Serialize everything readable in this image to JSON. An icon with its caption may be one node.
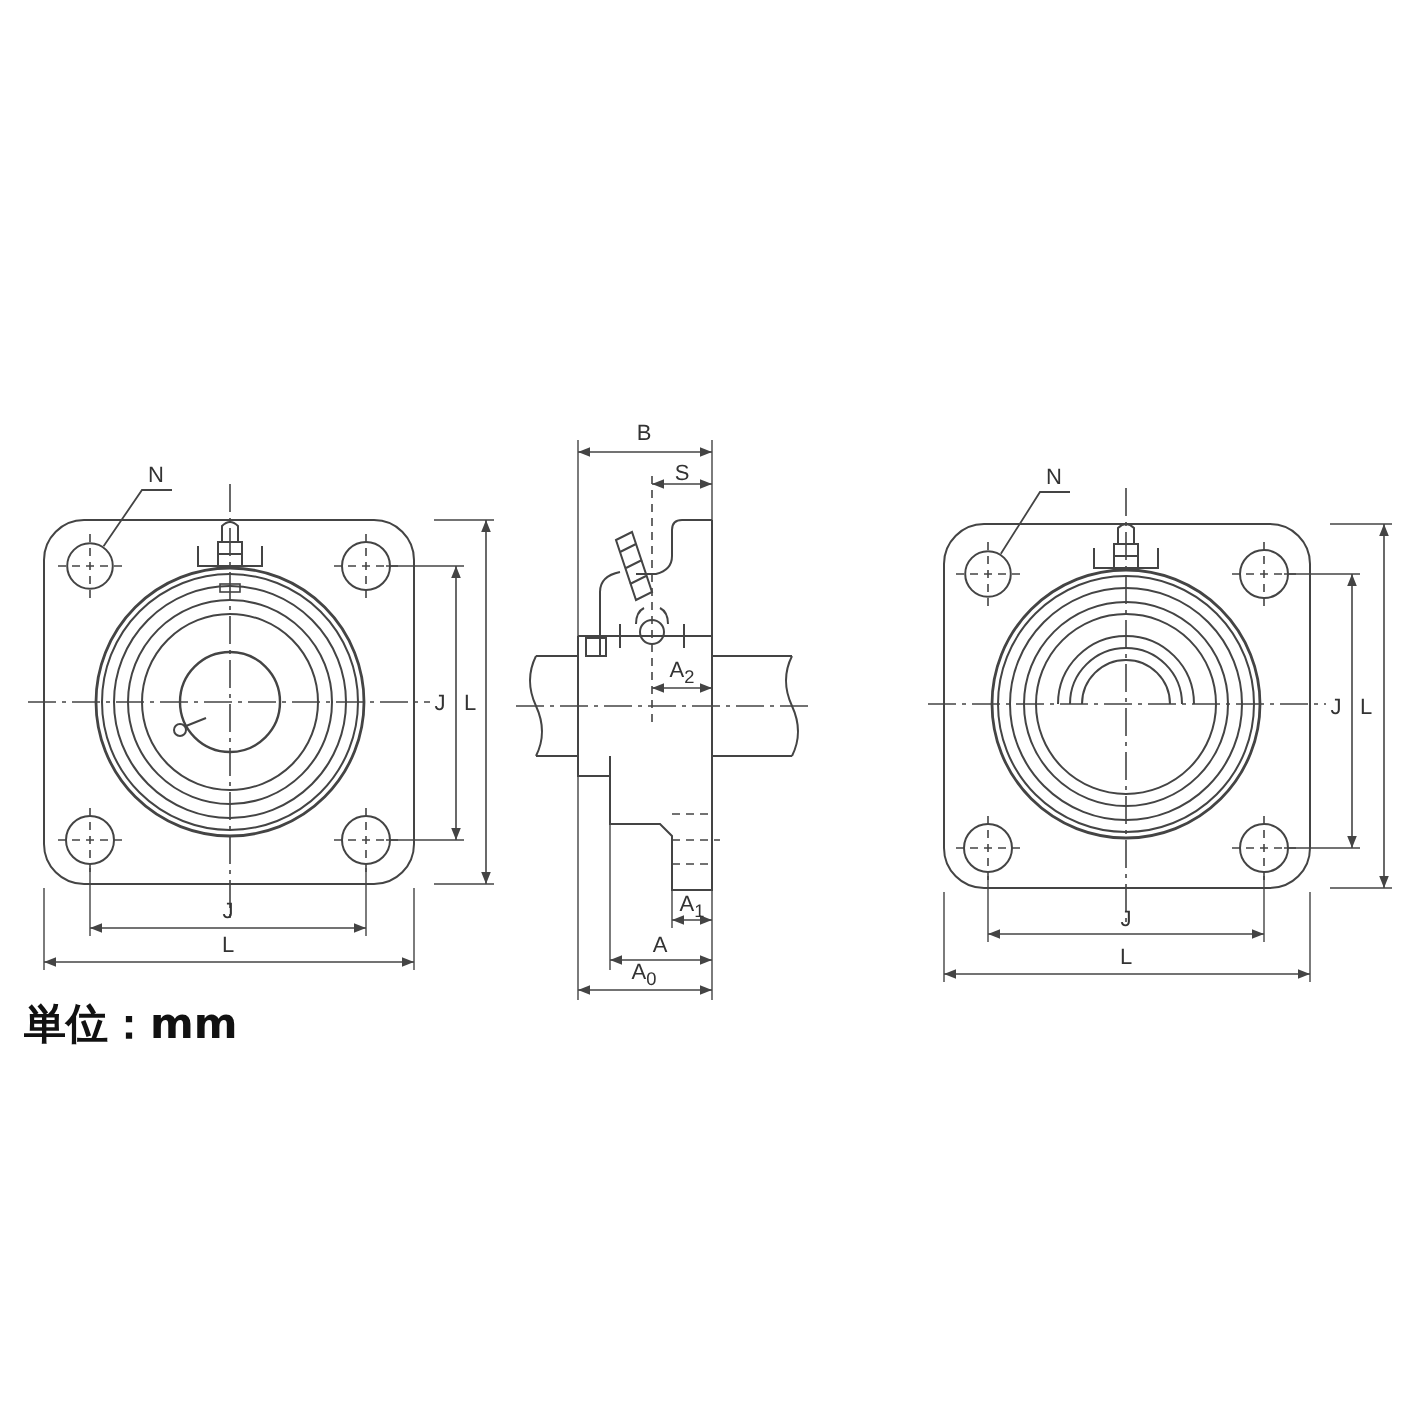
{
  "diagram": {
    "nodes": [
      {
        "text": [
          "N"
        ]
      },
      {
        "text": [],
        "shape": "circle"
      },
      {
        "text": [
          "N"
        ]
      },
      {
        "text": [],
        "shape": "circle"
      }
    ],
    "edges": [
      {
        "from": 0,
        "to": 1,
        "arrow": "none"
      },
      {
        "from": 2,
        "to": 3,
        "arrow": "none"
      }
    ],
    "labels": [
      "J",
      "L",
      "J",
      "L",
      "B",
      "S",
      "A$_{2}$",
      "A$_{1}$",
      "A",
      "A$_{0}$",
      "J",
      "L",
      "J",
      "L",
      "単位：mm"
    ]
  }
}
